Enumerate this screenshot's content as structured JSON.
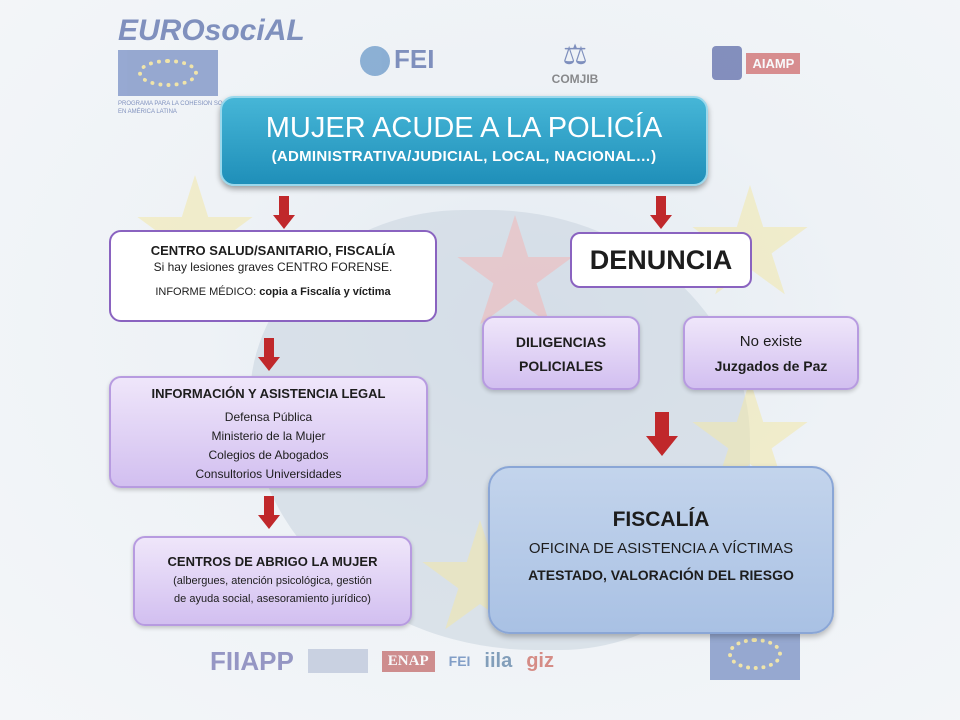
{
  "logos": {
    "eurosocial": "EUROsociAL",
    "eurosocial_caption": "PROGRAMA PARA LA COHESIÓN SOCIAL EN AMÉRICA LATINA",
    "fei": "FEI",
    "comjib": "COMJIB",
    "aiamp": "AIAMP",
    "bottom": [
      "FIIAPP",
      "ENAP",
      "FEI",
      "iila",
      "giz"
    ]
  },
  "title": {
    "line1": "MUJER ACUDE A LA POLICÍA",
    "line2": "(ADMINISTRATIVA/JUDICIAL, LOCAL, NACIONAL…)"
  },
  "salud": {
    "title": "CENTRO SALUD/SANITARIO, FISCALÍA",
    "line2": "Si hay lesiones graves CENTRO FORENSE.",
    "line3_prefix": "INFORME MÉDICO: ",
    "line3_bold": "copia a Fiscalía y víctima"
  },
  "denuncia": {
    "label": "DENUNCIA"
  },
  "diligencias": {
    "line1": "DILIGENCIAS",
    "line2": "POLICIALES"
  },
  "juzgados": {
    "line1": "No existe",
    "line2": "Juzgados de Paz"
  },
  "informacion": {
    "title": "INFORMACIÓN Y ASISTENCIA LEGAL",
    "items": [
      "Defensa Pública",
      "Ministerio de la Mujer",
      "Colegios de Abogados",
      "Consultorios Universidades"
    ]
  },
  "abrigo": {
    "title": "CENTROS DE ABRIGO LA MUJER",
    "line2": "(albergues, atención psicológica, gestión",
    "line3": "de ayuda social, asesoramiento jurídico)"
  },
  "fiscalia": {
    "title": "FISCALÍA",
    "line2": "OFICINA DE ASISTENCIA A VÍCTIMAS",
    "line3": "ATESTADO, VALORACIÓN DEL RIESGO"
  },
  "colors": {
    "arrow": "#c0282b",
    "title_box": "#2fa3c8",
    "purple_border": "#8a63c0",
    "fiscalia_box": "#b3c8e8"
  }
}
